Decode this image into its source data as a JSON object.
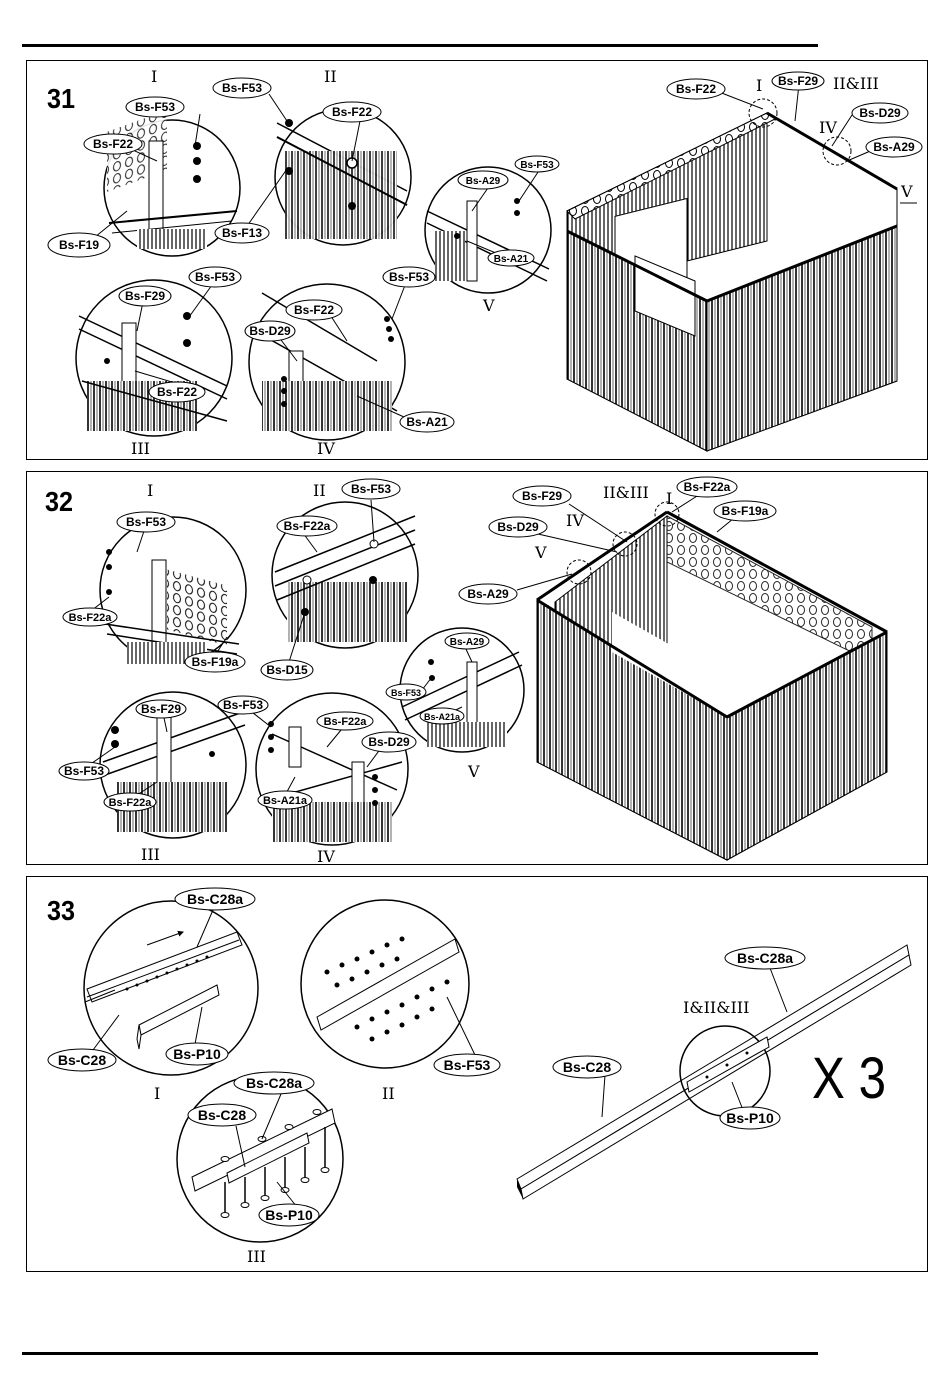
{
  "steps": [
    {
      "number": "31",
      "romans": [
        "I",
        "II",
        "V",
        "III",
        "IV",
        "I",
        "II&III",
        "IV",
        "V"
      ],
      "labels": [
        "Bs-F53",
        "Bs-F22",
        "Bs-F19",
        "Bs-F53",
        "Bs-F22",
        "Bs-F13",
        "Bs-A29",
        "Bs-F53",
        "Bs-A21",
        "Bs-F53",
        "Bs-F29",
        "Bs-F22",
        "Bs-F53",
        "Bs-F22",
        "Bs-D29",
        "Bs-A21",
        "Bs-F22",
        "Bs-F29",
        "Bs-D29",
        "Bs-A29"
      ]
    },
    {
      "number": "32",
      "romans": [
        "I",
        "II",
        "III",
        "IV",
        "V",
        "II&III",
        "I",
        "IV",
        "V"
      ],
      "labels": [
        "Bs-F53",
        "Bs-F22a",
        "Bs-F19a",
        "Bs-F53",
        "Bs-F22a",
        "Bs-D15",
        "Bs-F29",
        "Bs-F53",
        "Bs-F22a",
        "Bs-F53",
        "Bs-F22a",
        "Bs-D29",
        "Bs-A21a",
        "Bs-A29",
        "Bs-F53",
        "Bs-A21a",
        "Bs-F29",
        "Bs-F22a",
        "Bs-D29",
        "Bs-F19a",
        "Bs-A29"
      ]
    },
    {
      "number": "33",
      "romans": [
        "I",
        "II",
        "III",
        "I&II&III"
      ],
      "labels": [
        "Bs-C28a",
        "Bs-C28",
        "Bs-P10",
        "Bs-F53",
        "Bs-C28a",
        "Bs-C28",
        "Bs-P10",
        "Bs-C28a",
        "Bs-C28",
        "Bs-P10"
      ],
      "count": "X 3"
    }
  ]
}
